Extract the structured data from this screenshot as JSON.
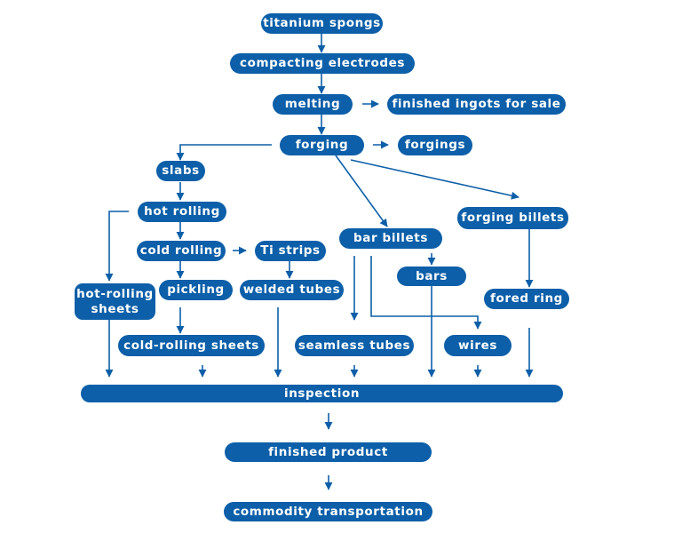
{
  "colors": {
    "node_fill": "#0c5fa8",
    "node_text": "#ffffff",
    "arrow": "#0c5fa8",
    "background": "#ffffff"
  },
  "nodes": {
    "titanium_spongs": "titanium  spongs",
    "compacting_electrodes": "compacting electrodes",
    "melting": "melting",
    "finished_ingots": "finished ingots for sale",
    "forging": "forging",
    "forgings": "forgings",
    "slabs": "slabs",
    "hot_rolling": "hot rolling",
    "cold_rolling": "cold rolling",
    "ti_strips": "Ti strips",
    "pickling": "pickling",
    "welded_tubes": "welded tubes",
    "hot_rolling_sheets_line1": "hot-rolling",
    "hot_rolling_sheets_line2": "sheets",
    "bar_billets": "bar billets",
    "bars": "bars",
    "forging_billets": "forging  billets",
    "fored_ring": "fored ring",
    "cold_rolling_sheets": "cold-rolling sheets",
    "seamless_tubes": "seamless tubes",
    "wires": "wires",
    "inspection": "inspection",
    "finished_product": "finished product",
    "commodity_transportation": "commodity transportation"
  }
}
